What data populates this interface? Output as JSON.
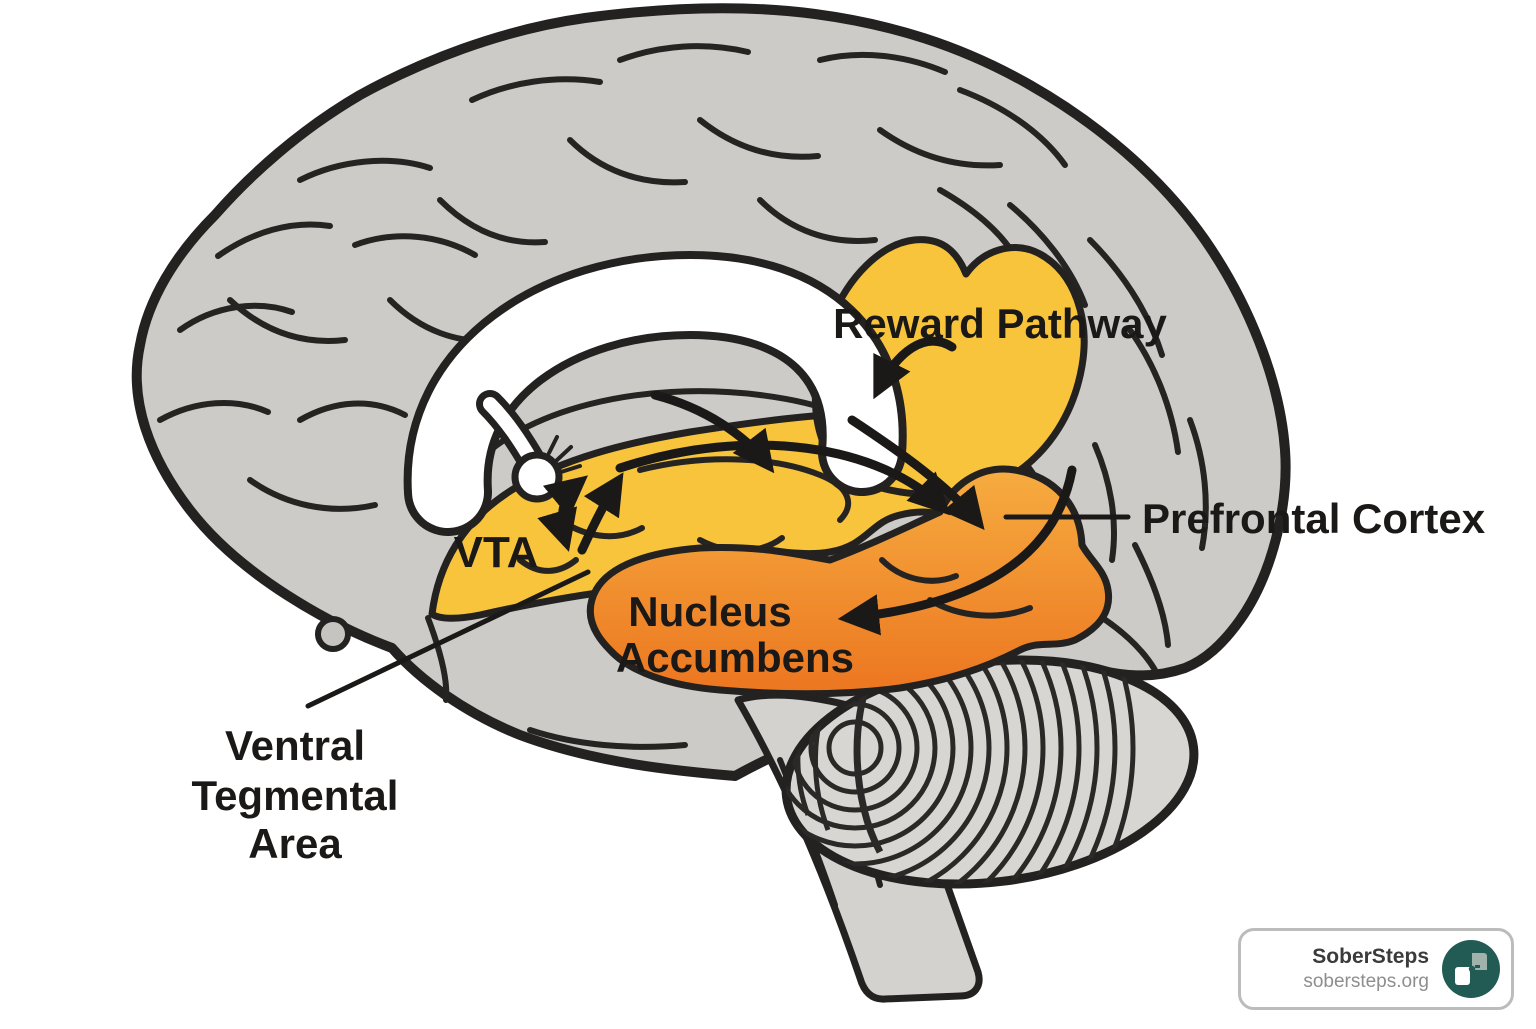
{
  "diagram": {
    "title": "Reward Pathway brain diagram",
    "regions": [
      {
        "label": "Reward Pathway",
        "color": "#F7C43C"
      },
      {
        "label": "VTA",
        "color": "#F7C43C"
      },
      {
        "label": "Nucleus Accumbens",
        "color": "#EF8329"
      },
      {
        "label": "Prefrontal Cortex",
        "color": "#EF8329"
      },
      {
        "label": "Ventral Tegmental Area",
        "color": "#F7C43C"
      }
    ]
  },
  "labels": {
    "reward_pathway": "Reward Pathway",
    "prefrontal_cortex": "Prefrontal Cortex",
    "vta": "VTA",
    "nucleus_line1": "Nucleus",
    "nucleus_line2": "Accumbens",
    "vta_full_line1": "Ventral",
    "vta_full_line2": "Tegmental",
    "vta_full_line3": "Area"
  },
  "badge": {
    "name": "SoberSteps",
    "url": "sobersteps.org"
  },
  "colors": {
    "cortex": "#CDCBC7",
    "cerebellum": "#D8D6D2",
    "stem": "#D4D2CE",
    "yellow": "#F7C43C",
    "orange_light": "#F6AC40",
    "orange_deep": "#EC7620",
    "outline": "#242220",
    "white": "#FFFFFF",
    "pituitary": "#C6C4C0",
    "badge_teal": "#215B54",
    "badge_icon_light": "#9FB3AC"
  }
}
